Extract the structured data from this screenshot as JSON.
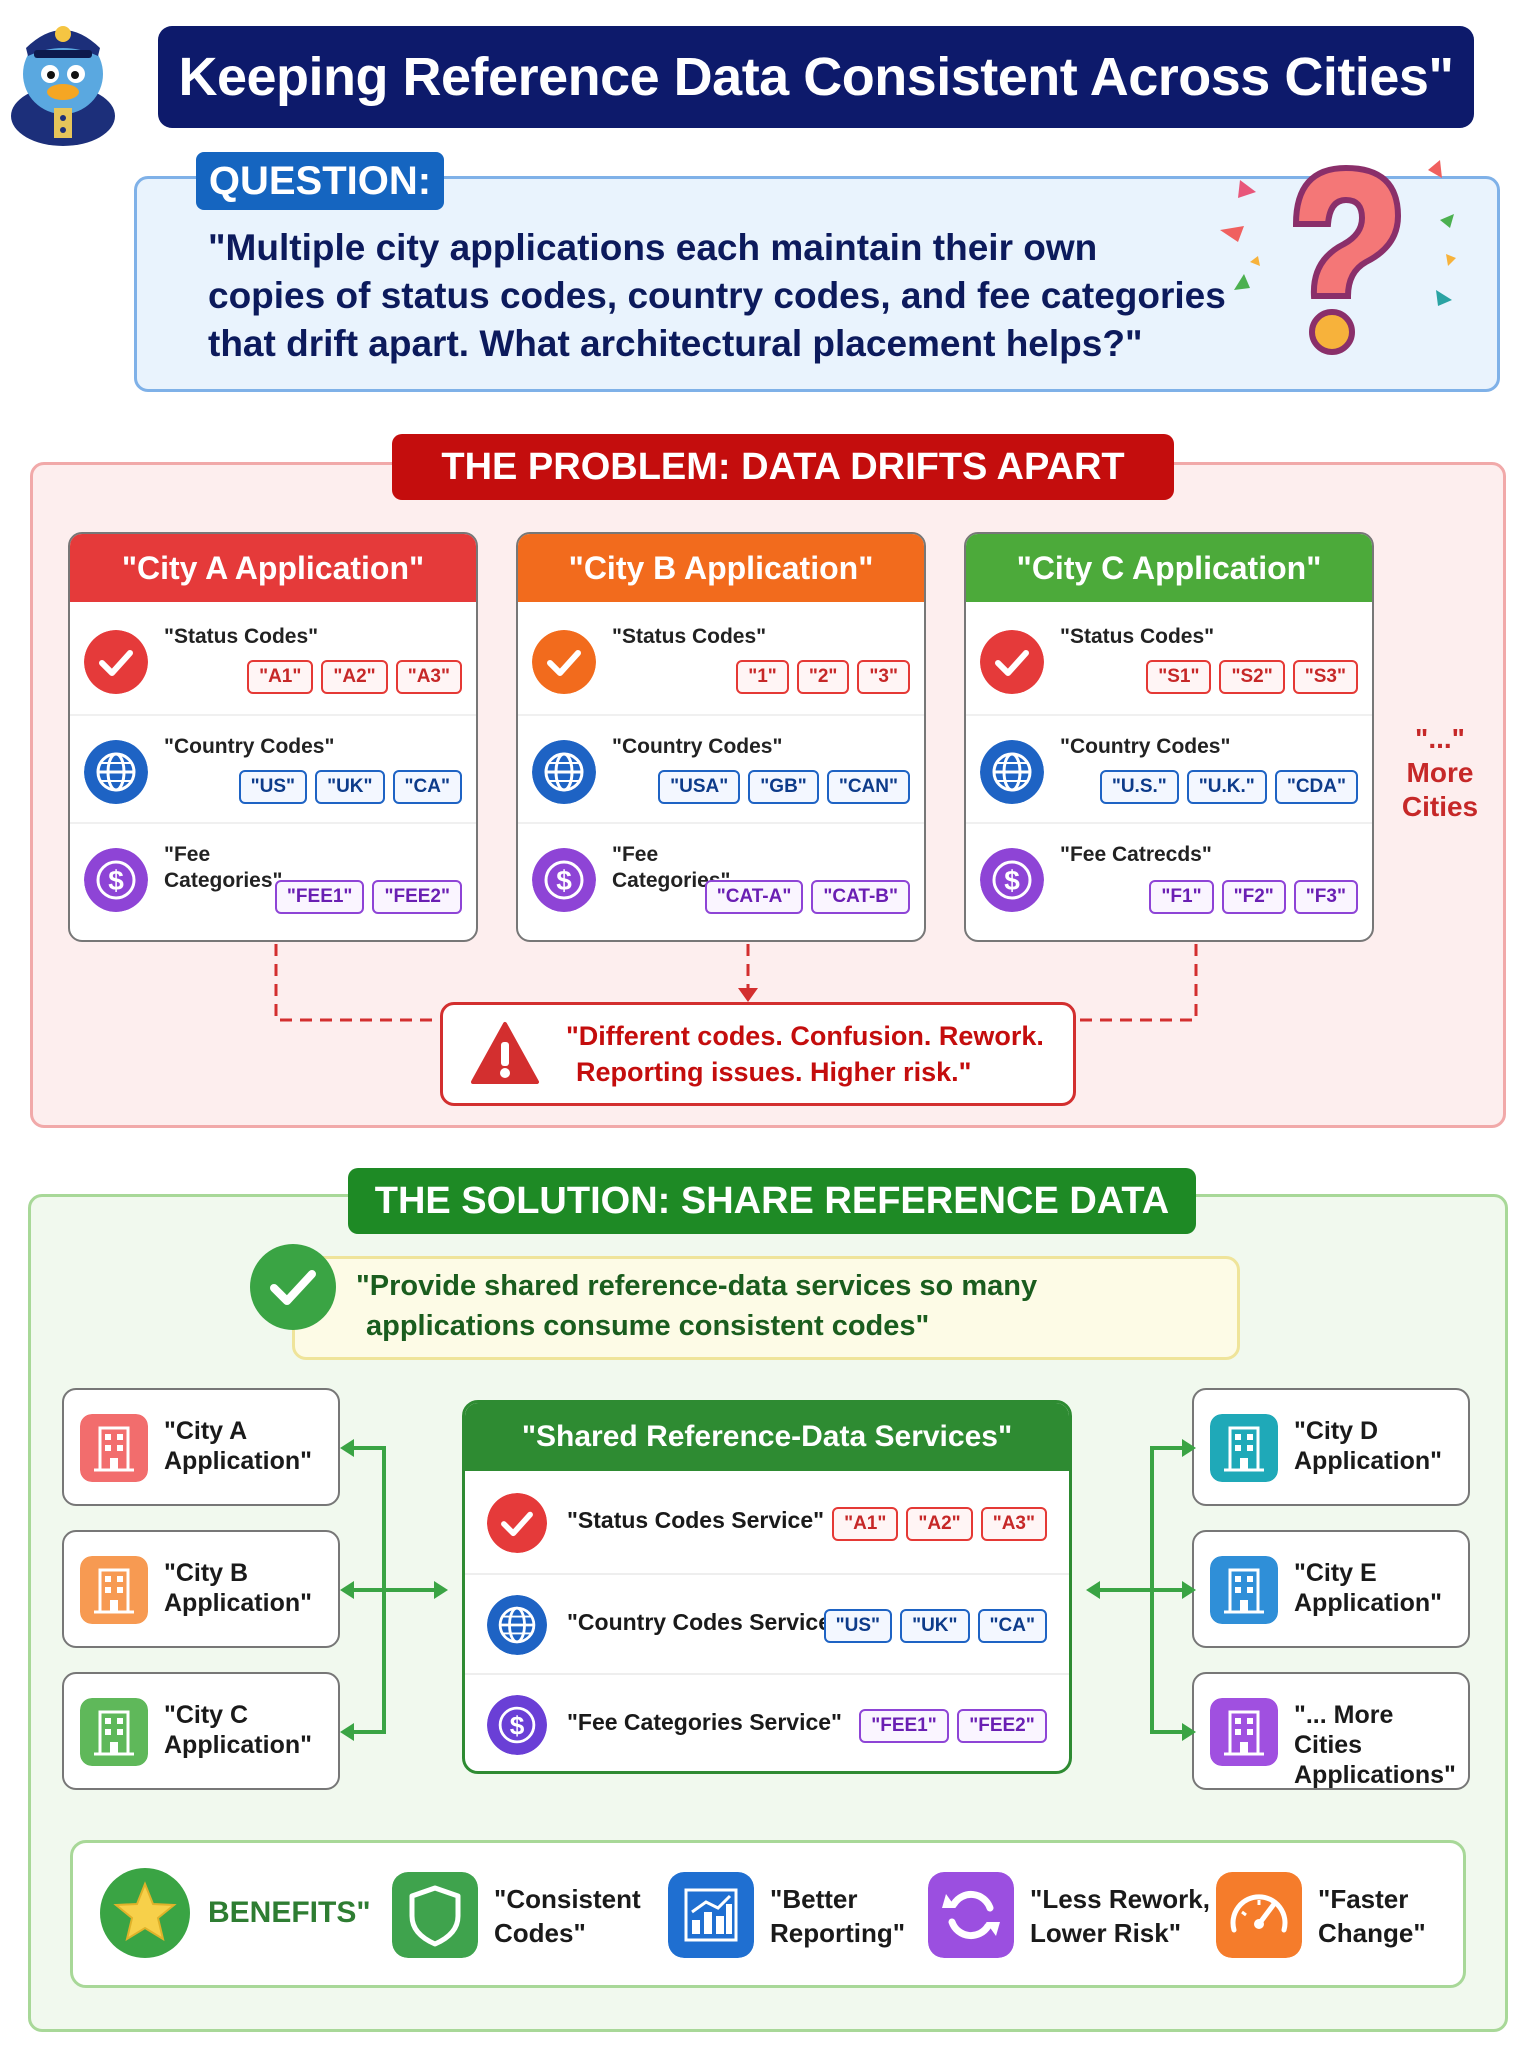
{
  "header": {
    "title": "Keeping Reference Data Consistent Across Cities\""
  },
  "question": {
    "tag": "QUESTION:",
    "lines": [
      "\"Multiple city applications each maintain their own",
      "copies of status codes, country codes, and fee categories",
      "that drift apart. What architectural placement helps?\""
    ]
  },
  "problem": {
    "tag": "THE PROBLEM: DATA DRIFTS APART",
    "cities": [
      {
        "title": "\"City A Application\"",
        "color": "#e53a3a",
        "status_label": "\"Status Codes\"",
        "status_codes": [
          "\"A1\"",
          "\"A2\"",
          "\"A3\""
        ],
        "country_label": "\"Country Codes\"",
        "country_codes": [
          "\"US\"",
          "\"UK\"",
          "\"CA\""
        ],
        "fee_label_1": "\"Fee",
        "fee_label_2": "Categories\"",
        "fee_codes": [
          "\"FEE1\"",
          "\"FEE2\""
        ]
      },
      {
        "title": "\"City B Application\"",
        "color": "#f26b1d",
        "status_label": "\"Status Codes\"",
        "status_codes": [
          "\"1\"",
          "\"2\"",
          "\"3\""
        ],
        "country_label": "\"Country Codes\"",
        "country_codes": [
          "\"USA\"",
          "\"GB\"",
          "\"CAN\""
        ],
        "fee_label_1": "\"Fee",
        "fee_label_2": "Categories\"",
        "fee_codes": [
          "\"CAT-A\"",
          "\"CAT-B\""
        ]
      },
      {
        "title": "\"City C Application\"",
        "color": "#4caa3a",
        "status_label": "\"Status Codes\"",
        "status_codes": [
          "\"S1\"",
          "\"S2\"",
          "\"S3\""
        ],
        "country_label": "\"Country Codes\"",
        "country_codes": [
          "\"U.S.\"",
          "\"U.K.\"",
          "\"CDA\""
        ],
        "fee_label_1": "\"Fee Catrecds\"",
        "fee_label_2": "",
        "fee_codes": [
          "\"F1\"",
          "\"F2\"",
          "\"F3\""
        ]
      }
    ],
    "more_ellipsis": "\"...\"",
    "more_line_1": "More",
    "more_line_2": "Cities",
    "warning_line_1": "\"Different codes. Confusion. Rework.",
    "warning_line_2": "Reporting issues. Higher risk.\""
  },
  "solution": {
    "tag": "THE SOLUTION: SHARE REFERENCE DATA",
    "provide_line_1": "\"Provide shared reference-data services so many",
    "provide_line_2": "applications consume consistent codes\"",
    "left_apps": [
      {
        "line1": "\"City A",
        "line2": "Application\"",
        "color": "#f26d6d"
      },
      {
        "line1": "\"City B",
        "line2": "Application\"",
        "color": "#f79a52"
      },
      {
        "line1": "\"City C",
        "line2": "Application\"",
        "color": "#5fb85a"
      }
    ],
    "right_apps": [
      {
        "line1": "\"City D",
        "line2": "Application\"",
        "color": "#1fa9b8"
      },
      {
        "line1": "\"City E",
        "line2": "Application\"",
        "color": "#2f8fd8"
      },
      {
        "line1": "\"... More Cities",
        "line2": "Applications\"",
        "color": "#a050e0"
      }
    ],
    "shared_title": "\"Shared Reference-Data Services\"",
    "services": [
      {
        "label": "\"Status Codes Service\"",
        "codes": [
          "\"A1\"",
          "\"A2\"",
          "\"A3\""
        ],
        "chip": "red"
      },
      {
        "label": "\"Country Codes Service\"",
        "codes": [
          "\"US\"",
          "\"UK\"",
          "\"CA\""
        ],
        "chip": "blue"
      },
      {
        "label": "\"Fee Categories Service\"",
        "codes": [
          "\"FEE1\"",
          "\"FEE2\""
        ],
        "chip": "purple"
      }
    ],
    "benefits_title": "BENEFITS\"",
    "benefits": [
      {
        "line1": "\"Consistent",
        "line2": "Codes\"",
        "color": "#3fa34d"
      },
      {
        "line1": "\"Better",
        "line2": "Reporting\"",
        "color": "#1f6fd1"
      },
      {
        "line1": "\"Less Rework,",
        "line2": "Lower Risk\"",
        "color": "#9b4fe0"
      },
      {
        "line1": "\"Faster",
        "line2": "Change\"",
        "color": "#f57c2b"
      }
    ]
  }
}
